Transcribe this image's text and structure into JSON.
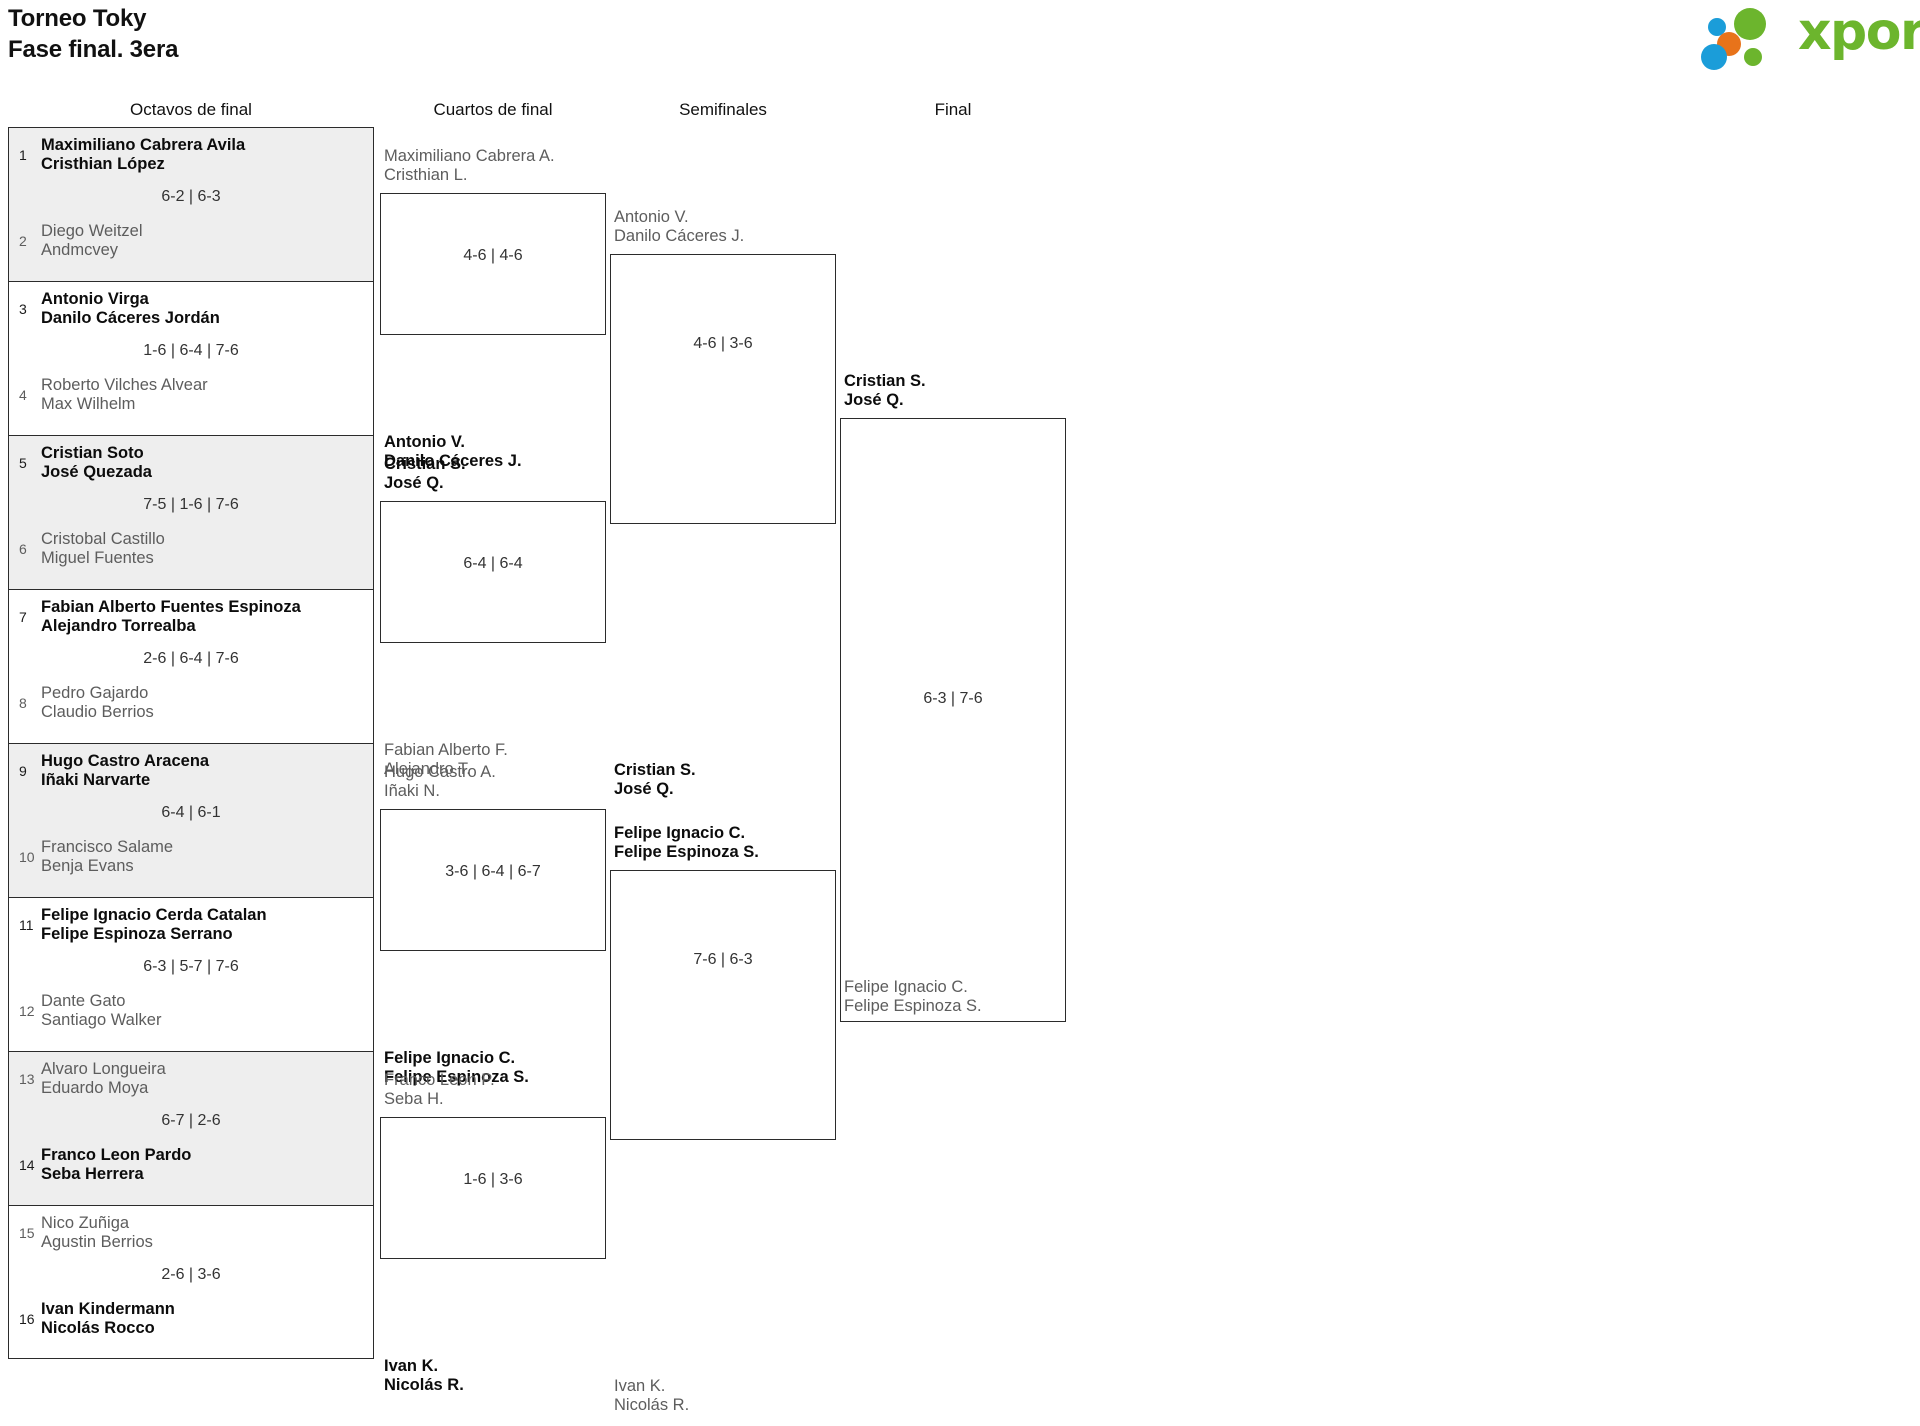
{
  "header": {
    "title_line1": "Torneo Toky",
    "title_line2": "Fase final. 3era",
    "logo_text": "xporty",
    "logo_colors": {
      "green": "#6cb52d",
      "blue": "#1b9dd9",
      "orange": "#e8731a"
    }
  },
  "rounds": [
    {
      "label": "Octavos de final"
    },
    {
      "label": "Cuartos de final"
    },
    {
      "label": "Semifinales"
    },
    {
      "label": "Final"
    }
  ],
  "round1": [
    {
      "score": "6-2 | 6-3",
      "shaded": true,
      "teams": [
        {
          "seed": "1",
          "p1": "Maximiliano Cabrera Avila",
          "p2": "Cristhian López",
          "winner": true
        },
        {
          "seed": "2",
          "p1": "Diego Weitzel",
          "p2": "Andmcvey",
          "winner": false
        }
      ]
    },
    {
      "score": "1-6 | 6-4 | 7-6",
      "shaded": false,
      "teams": [
        {
          "seed": "3",
          "p1": "Antonio Virga",
          "p2": "Danilo Cáceres Jordán",
          "winner": true
        },
        {
          "seed": "4",
          "p1": "Roberto Vilches Alvear",
          "p2": "Max Wilhelm",
          "winner": false
        }
      ]
    },
    {
      "score": "7-5 | 1-6 | 7-6",
      "shaded": true,
      "teams": [
        {
          "seed": "5",
          "p1": "Cristian Soto",
          "p2": "José Quezada",
          "winner": true
        },
        {
          "seed": "6",
          "p1": "Cristobal Castillo",
          "p2": "Miguel Fuentes",
          "winner": false
        }
      ]
    },
    {
      "score": "2-6 | 6-4 | 7-6",
      "shaded": false,
      "teams": [
        {
          "seed": "7",
          "p1": "Fabian Alberto Fuentes Espinoza",
          "p2": "Alejandro Torrealba",
          "winner": true
        },
        {
          "seed": "8",
          "p1": "Pedro Gajardo",
          "p2": "Claudio Berrios",
          "winner": false
        }
      ]
    },
    {
      "score": "6-4 | 6-1",
      "shaded": true,
      "teams": [
        {
          "seed": "9",
          "p1": "Hugo Castro Aracena",
          "p2": "Iñaki Narvarte",
          "winner": true
        },
        {
          "seed": "10",
          "p1": "Francisco Salame",
          "p2": "Benja Evans",
          "winner": false
        }
      ]
    },
    {
      "score": "6-3 | 5-7 | 7-6",
      "shaded": false,
      "teams": [
        {
          "seed": "11",
          "p1": "Felipe Ignacio Cerda Catalan",
          "p2": "Felipe Espinoza Serrano",
          "winner": true
        },
        {
          "seed": "12",
          "p1": "Dante Gato",
          "p2": "Santiago Walker",
          "winner": false
        }
      ]
    },
    {
      "score": "6-7 | 2-6",
      "shaded": true,
      "teams": [
        {
          "seed": "13",
          "p1": "Alvaro Longueira",
          "p2": "Eduardo Moya",
          "winner": false
        },
        {
          "seed": "14",
          "p1": "Franco Leon Pardo",
          "p2": "Seba Herrera",
          "winner": true
        }
      ]
    },
    {
      "score": "2-6 | 3-6",
      "shaded": false,
      "teams": [
        {
          "seed": "15",
          "p1": "Nico Zuñiga",
          "p2": "Agustin Berrios",
          "winner": false
        },
        {
          "seed": "16",
          "p1": "Ivan Kindermann",
          "p2": "Nicolás Rocco",
          "winner": true
        }
      ]
    }
  ],
  "round2": [
    {
      "score": "4-6 | 4-6",
      "teams": [
        {
          "p1": "Maximiliano Cabrera A.",
          "p2": "Cristhian L.",
          "winner": false
        },
        {
          "p1": "Antonio V.",
          "p2": "Danilo Cáceres J.",
          "winner": true
        }
      ]
    },
    {
      "score": "6-4 | 6-4",
      "teams": [
        {
          "p1": "Cristian S.",
          "p2": "José Q.",
          "winner": true
        },
        {
          "p1": "Fabian Alberto F.",
          "p2": "Alejandro T.",
          "winner": false
        }
      ]
    },
    {
      "score": "3-6 | 6-4 | 6-7",
      "teams": [
        {
          "p1": "Hugo Castro A.",
          "p2": "Iñaki N.",
          "winner": false
        },
        {
          "p1": "Felipe Ignacio C.",
          "p2": "Felipe Espinoza S.",
          "winner": true
        }
      ]
    },
    {
      "score": "1-6 | 3-6",
      "teams": [
        {
          "p1": "Franco Leon P.",
          "p2": "Seba H.",
          "winner": false
        },
        {
          "p1": "Ivan K.",
          "p2": "Nicolás R.",
          "winner": true
        }
      ]
    }
  ],
  "round3": [
    {
      "score": "4-6 | 3-6",
      "teams": [
        {
          "p1": "Antonio V.",
          "p2": "Danilo Cáceres J.",
          "winner": false
        },
        {
          "p1": "Cristian S.",
          "p2": "José Q.",
          "winner": true
        }
      ]
    },
    {
      "score": "7-6 | 6-3",
      "teams": [
        {
          "p1": "Felipe Ignacio C.",
          "p2": "Felipe Espinoza S.",
          "winner": true
        },
        {
          "p1": "Ivan K.",
          "p2": "Nicolás R.",
          "winner": false
        }
      ]
    }
  ],
  "round4": [
    {
      "score": "6-3 | 7-6",
      "teams": [
        {
          "p1": "Cristian S.",
          "p2": "José Q.",
          "winner": true
        },
        {
          "p1": "Felipe Ignacio C.",
          "p2": "Felipe Espinoza S.",
          "winner": false
        }
      ]
    }
  ]
}
